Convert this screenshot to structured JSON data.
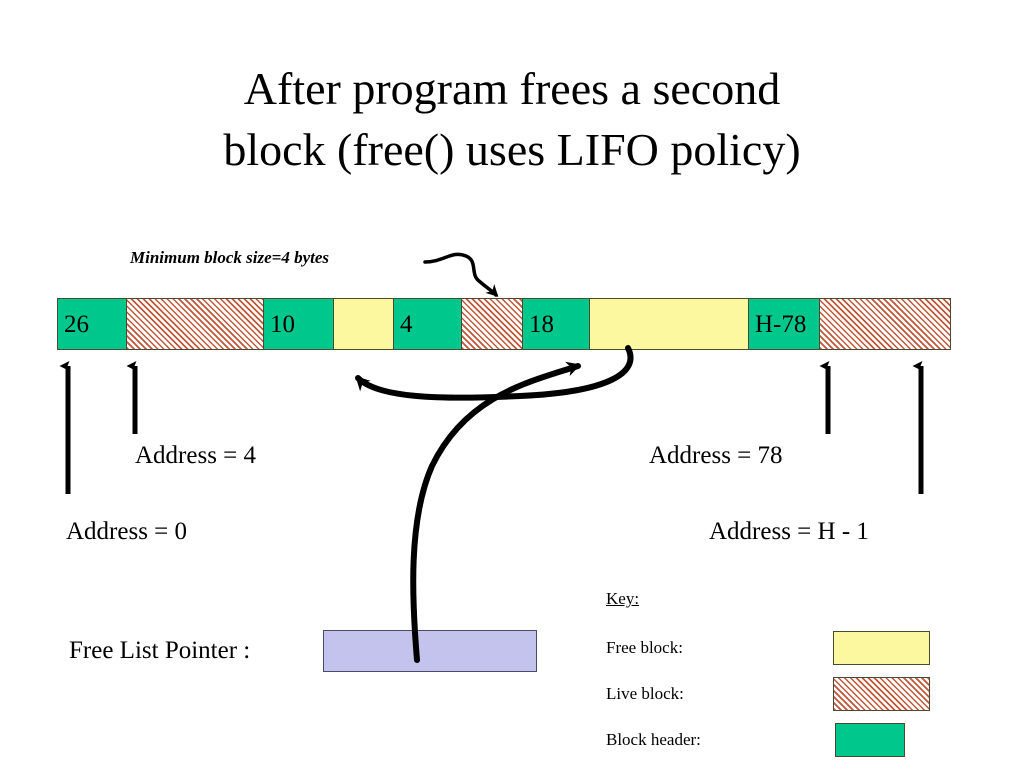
{
  "title": {
    "line1": "After program frees a second",
    "line2": "block (free() uses LIFO policy)"
  },
  "annotation": {
    "min_block_note": "Minimum block size=4 bytes"
  },
  "memory_bar": {
    "blocks": [
      {
        "label": "26",
        "kind": "header",
        "width": 69
      },
      {
        "label": "",
        "kind": "live",
        "width": 137
      },
      {
        "label": "10",
        "kind": "header",
        "width": 70
      },
      {
        "label": "",
        "kind": "free",
        "width": 60
      },
      {
        "label": "4",
        "kind": "header",
        "width": 68
      },
      {
        "label": "",
        "kind": "live",
        "width": 61
      },
      {
        "label": "18",
        "kind": "header",
        "width": 67
      },
      {
        "label": "",
        "kind": "free",
        "width": 159
      },
      {
        "label": "H-78",
        "kind": "header",
        "width": 71
      },
      {
        "label": "",
        "kind": "live",
        "width": 132
      }
    ]
  },
  "address_labels": {
    "addr_4": "Address = 4",
    "addr_78": "Address = 78",
    "addr_0": "Address = 0",
    "addr_h_minus_1": "Address = H - 1"
  },
  "free_list": {
    "label": "Free List Pointer :",
    "value": ""
  },
  "key": {
    "title": "Key:",
    "rows": [
      {
        "label": "Free block:",
        "swatch": "free"
      },
      {
        "label": "Live block:",
        "swatch": "live"
      },
      {
        "label": "Block header:",
        "swatch": "header"
      }
    ]
  },
  "colors": {
    "block_header": "#00c88c",
    "free_block": "#fbf8a0",
    "live_block_hatch": "#c0563a",
    "pointer_box": "#c3c3ee",
    "outline": "#4a4a2e",
    "background": "#ffffff",
    "ink": "#000000"
  }
}
